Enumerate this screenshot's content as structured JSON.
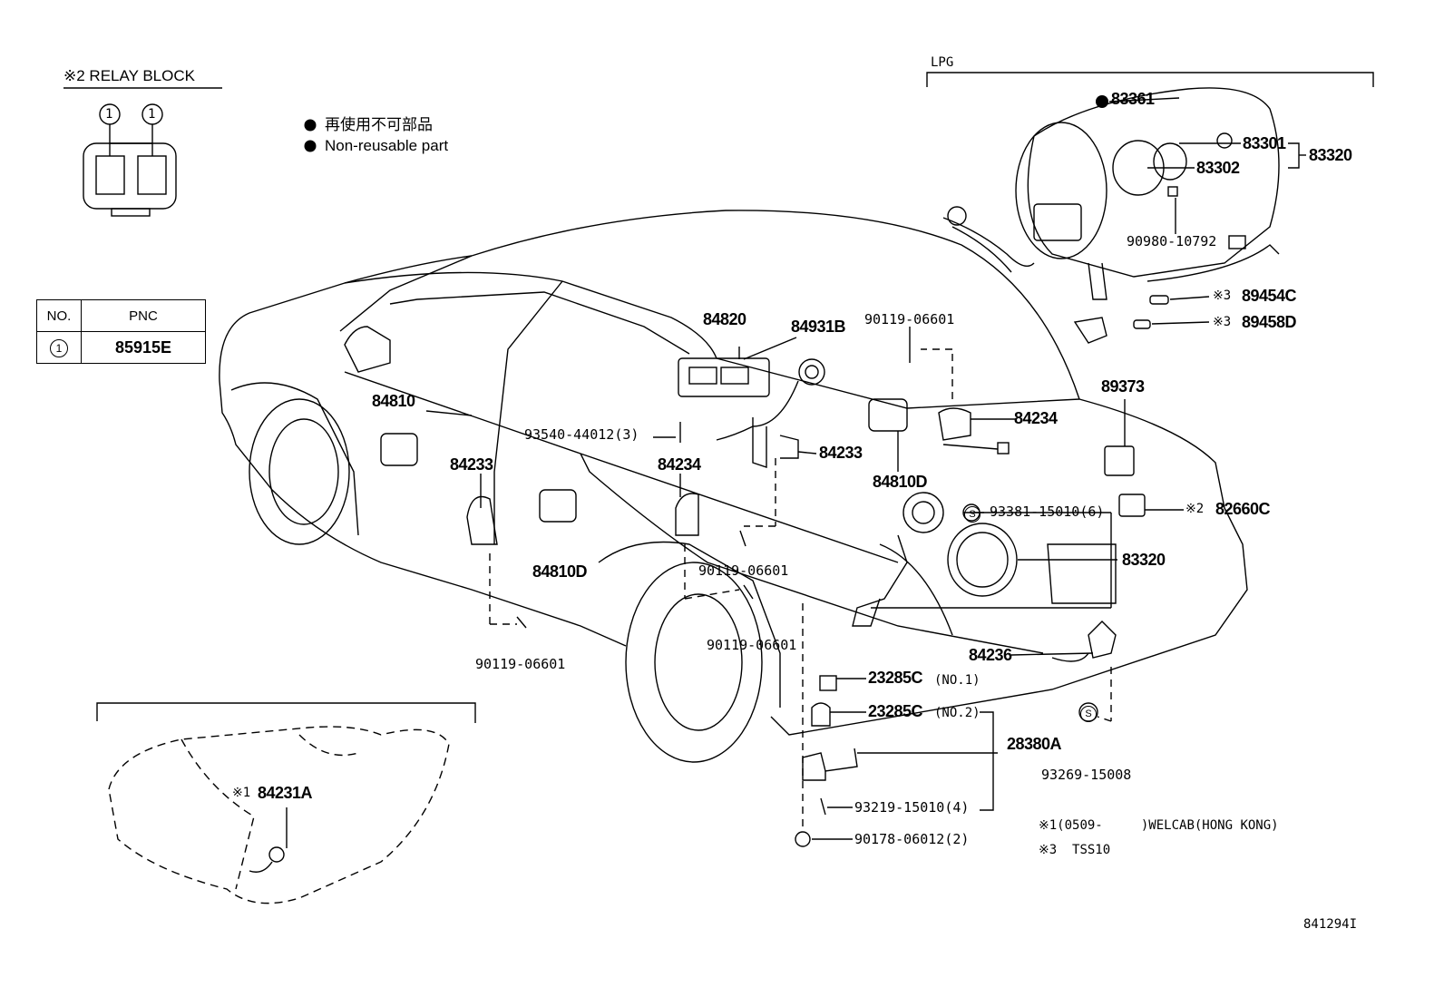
{
  "relay_block": {
    "title": "※2 RELAY BLOCK",
    "terminal_1": "1",
    "terminal_2": "1"
  },
  "legend": {
    "jp": "再使用不可部品",
    "en": "Non-reusable part"
  },
  "pnc_table": {
    "header_no": "NO.",
    "header_pnc": "PNC",
    "row_no": "1",
    "row_pnc": "85915E"
  },
  "lpg": {
    "title": "LPG"
  },
  "parts": {
    "p83361": "83361",
    "p83301": "83301",
    "p83302": "83302",
    "p83320_top": "83320",
    "p90980": "90980-10792",
    "p89454c_mark": "※3",
    "p89454c": "89454C",
    "p89458d_mark": "※3",
    "p89458d": "89458D",
    "p84820": "84820",
    "p84931b": "84931B",
    "p90119_a": "90119-06601",
    "p84810": "84810",
    "p93540": "93540-44012(3)",
    "p84233_a": "84233",
    "p84234_a": "84234",
    "p84233_b": "84233",
    "p84234_b": "84234",
    "p84810d_a": "84810D",
    "p84810d_b": "84810D",
    "p89373": "89373",
    "p93381": "93381-15010(6)",
    "p82660c_mark": "※2",
    "p82660c": "82660C",
    "p83320_mid": "83320",
    "p90119_b": "90119-06601",
    "p90119_c": "90119-06601",
    "p90119_d": "90119-06601",
    "p84236": "84236",
    "p23285c_1": "23285C",
    "p23285c_1_sub": "(NO.1)",
    "p23285c_2": "23285C",
    "p23285c_2_sub": "(NO.2)",
    "p28380a": "28380A",
    "p93269": "93269-15008",
    "p93219": "93219-15010(4)",
    "p90178": "90178-06012(2)",
    "p84231a_mark": "※1",
    "p84231a": "84231A"
  },
  "notes": {
    "note1": "※1(0509-     )WELCAB(HONG KONG)",
    "note3": "※3  TSS10"
  },
  "figure_id": "841294I"
}
